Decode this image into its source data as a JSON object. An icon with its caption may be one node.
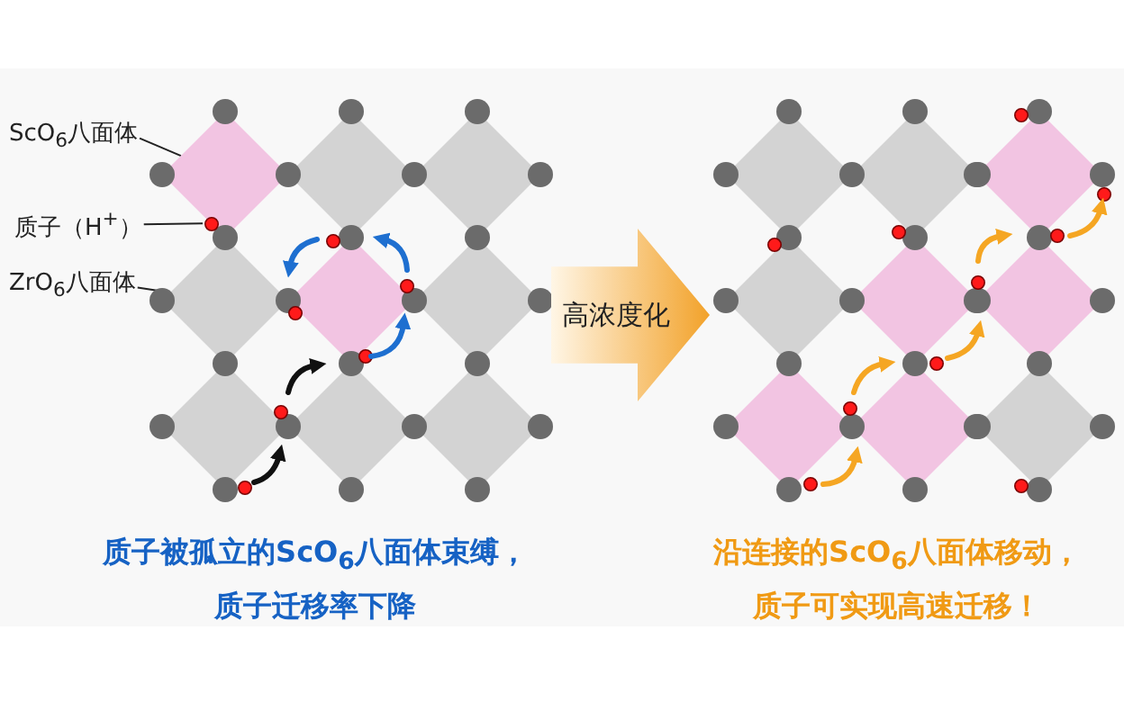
{
  "diagram": {
    "nodes": [
      {
        "text": [
          "ScO$_{6}$八面体"
        ]
      },
      {
        "text": [
          "质子（H$^{+}$）"
        ]
      },
      {
        "text": [
          "ZrO$_{6}$八面体"
        ]
      },
      {
        "text": [],
        "shape": "diamond"
      },
      {
        "text": [],
        "shape": "circle"
      },
      {
        "text": [],
        "shape": "diamond"
      },
      {
        "text": [
          "高浓度化"
        ]
      }
    ],
    "edges": [
      {
        "from": 0,
        "to": 3,
        "arrow": "none"
      },
      {
        "from": 1,
        "to": 4,
        "arrow": "none"
      },
      {
        "from": 2,
        "to": 5,
        "arrow": "none"
      }
    ],
    "labels": [
      "质子被孤立的ScO$_{6}$八面体束缚，质子迁移率下降",
      "沿连接的ScO$_{6}$八面体移动，质子可实现高速迁移！"
    ]
  }
}
